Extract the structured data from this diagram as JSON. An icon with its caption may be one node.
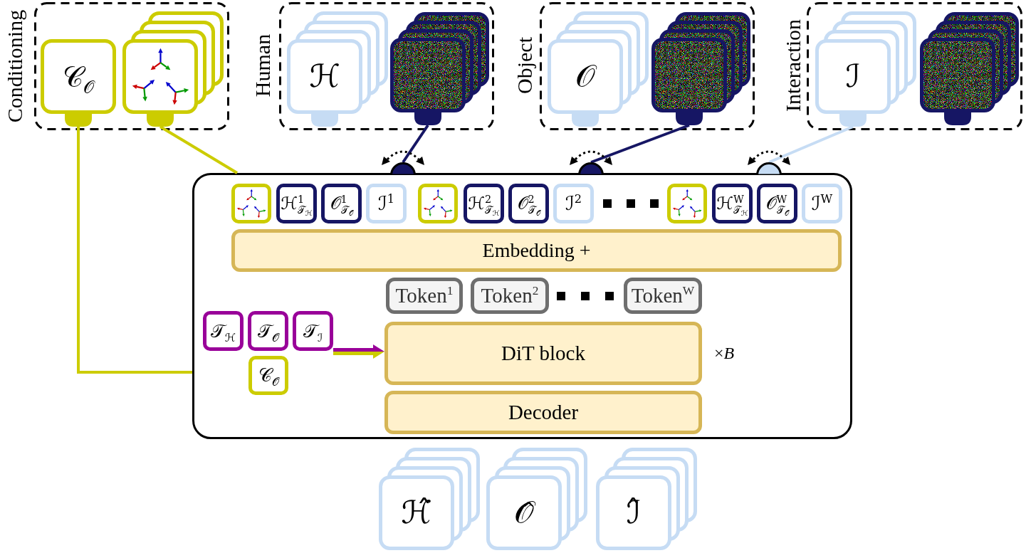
{
  "diagram": {
    "nodes": [
      {
        "text": [
          "Conditioning"
        ]
      },
      {
        "text": [
          "𝒞$_{𝒪}$"
        ],
        "in": 0
      },
      {
        "text": [],
        "shape": "picture",
        "in": 0
      },
      {
        "text": [
          "Human"
        ]
      },
      {
        "text": [
          "ℋ"
        ],
        "in": 3
      },
      {
        "text": [],
        "shape": "picture",
        "in": 3
      },
      {
        "text": [
          "Object"
        ]
      },
      {
        "text": [
          "𝒪"
        ],
        "in": 6
      },
      {
        "text": [],
        "shape": "picture",
        "in": 6
      },
      {
        "text": [
          "Interaction"
        ]
      },
      {
        "text": [
          "ℐ"
        ],
        "in": 9
      },
      {
        "text": [],
        "shape": "picture",
        "in": 9
      },
      {
        "text": [],
        "shape": "semicircle"
      },
      {
        "text": [],
        "shape": "semicircle"
      },
      {
        "text": [],
        "shape": "semicircle"
      },
      {
        "text": [],
        "shape": "box"
      },
      {
        "text": [],
        "shape": "picture",
        "in": 15
      },
      {
        "text": [
          "ℋ$^{1}$$_{𝒯}$$_{ℋ}$"
        ],
        "in": 15
      },
      {
        "text": [
          "𝒪$^{1}$$_{𝒯}$$_{𝒪}$"
        ],
        "in": 15
      },
      {
        "text": [
          "ℐ$^{1}$"
        ],
        "in": 15
      },
      {
        "text": [],
        "shape": "picture",
        "in": 15
      },
      {
        "text": [
          "ℋ$^{2}$$_{𝒯}$$_{ℋ}$"
        ],
        "in": 15
      },
      {
        "text": [
          "𝒪$^{2}$$_{𝒯}$$_{𝒪}$"
        ],
        "in": 15
      },
      {
        "text": [
          "ℐ$^{2}$"
        ],
        "in": 15
      },
      {
        "text": [],
        "shape": "picture",
        "in": 15
      },
      {
        "text": [
          "ℋ$^{W}$$_{𝒯}$$_{ℋ}$"
        ],
        "in": 15
      },
      {
        "text": [
          "𝒪$^{W}$$_{𝒯}$$_{𝒪}$"
        ],
        "in": 15
      },
      {
        "text": [
          "ℐ$^{W}$"
        ],
        "in": 15
      },
      {
        "text": [
          "Embedding +"
        ],
        "in": 15
      },
      {
        "text": [
          "Token$^{1}$"
        ],
        "in": 15
      },
      {
        "text": [
          "Token$^{2}$"
        ],
        "in": 15
      },
      {
        "text": [
          "Token$^{W}$"
        ],
        "in": 15
      },
      {
        "text": [
          "𝒯$_{ℋ}$"
        ],
        "in": 15
      },
      {
        "text": [
          "𝒯$_{𝒪}$"
        ],
        "in": 15
      },
      {
        "text": [
          "𝒯$_{ℐ}$"
        ],
        "in": 15
      },
      {
        "text": [
          "𝒞$_{𝒪}$"
        ],
        "in": 15
      },
      {
        "text": [
          "DiT block"
        ],
        "beside": [
          "×*B*"
        ],
        "in": 15
      },
      {
        "text": [
          "Decoder"
        ],
        "in": 15
      },
      {
        "text": [
          "ℋ̂"
        ]
      },
      {
        "text": [
          "𝒪̂"
        ]
      },
      {
        "text": [
          "ℐ̂"
        ]
      }
    ],
    "edges": [
      {
        "from": 5,
        "to": 12,
        "arrow": "none",
        "color": "#161664"
      },
      {
        "from": 8,
        "to": 13,
        "arrow": "none",
        "color": "#161664"
      },
      {
        "from": 10,
        "to": 14,
        "arrow": "none",
        "color": "#c6dcf4"
      },
      {
        "from": 2,
        "to": 15,
        "arrow": "none",
        "color": "#cccc00"
      },
      {
        "from": 1,
        "to": 15,
        "arrow": "none",
        "color": "#cccc00"
      },
      {
        "from": 34,
        "to": 36,
        "arrow": "to",
        "color": "#990099"
      },
      {
        "from": 34,
        "to": 36,
        "arrow": "to",
        "color": "#cccc00"
      }
    ]
  }
}
